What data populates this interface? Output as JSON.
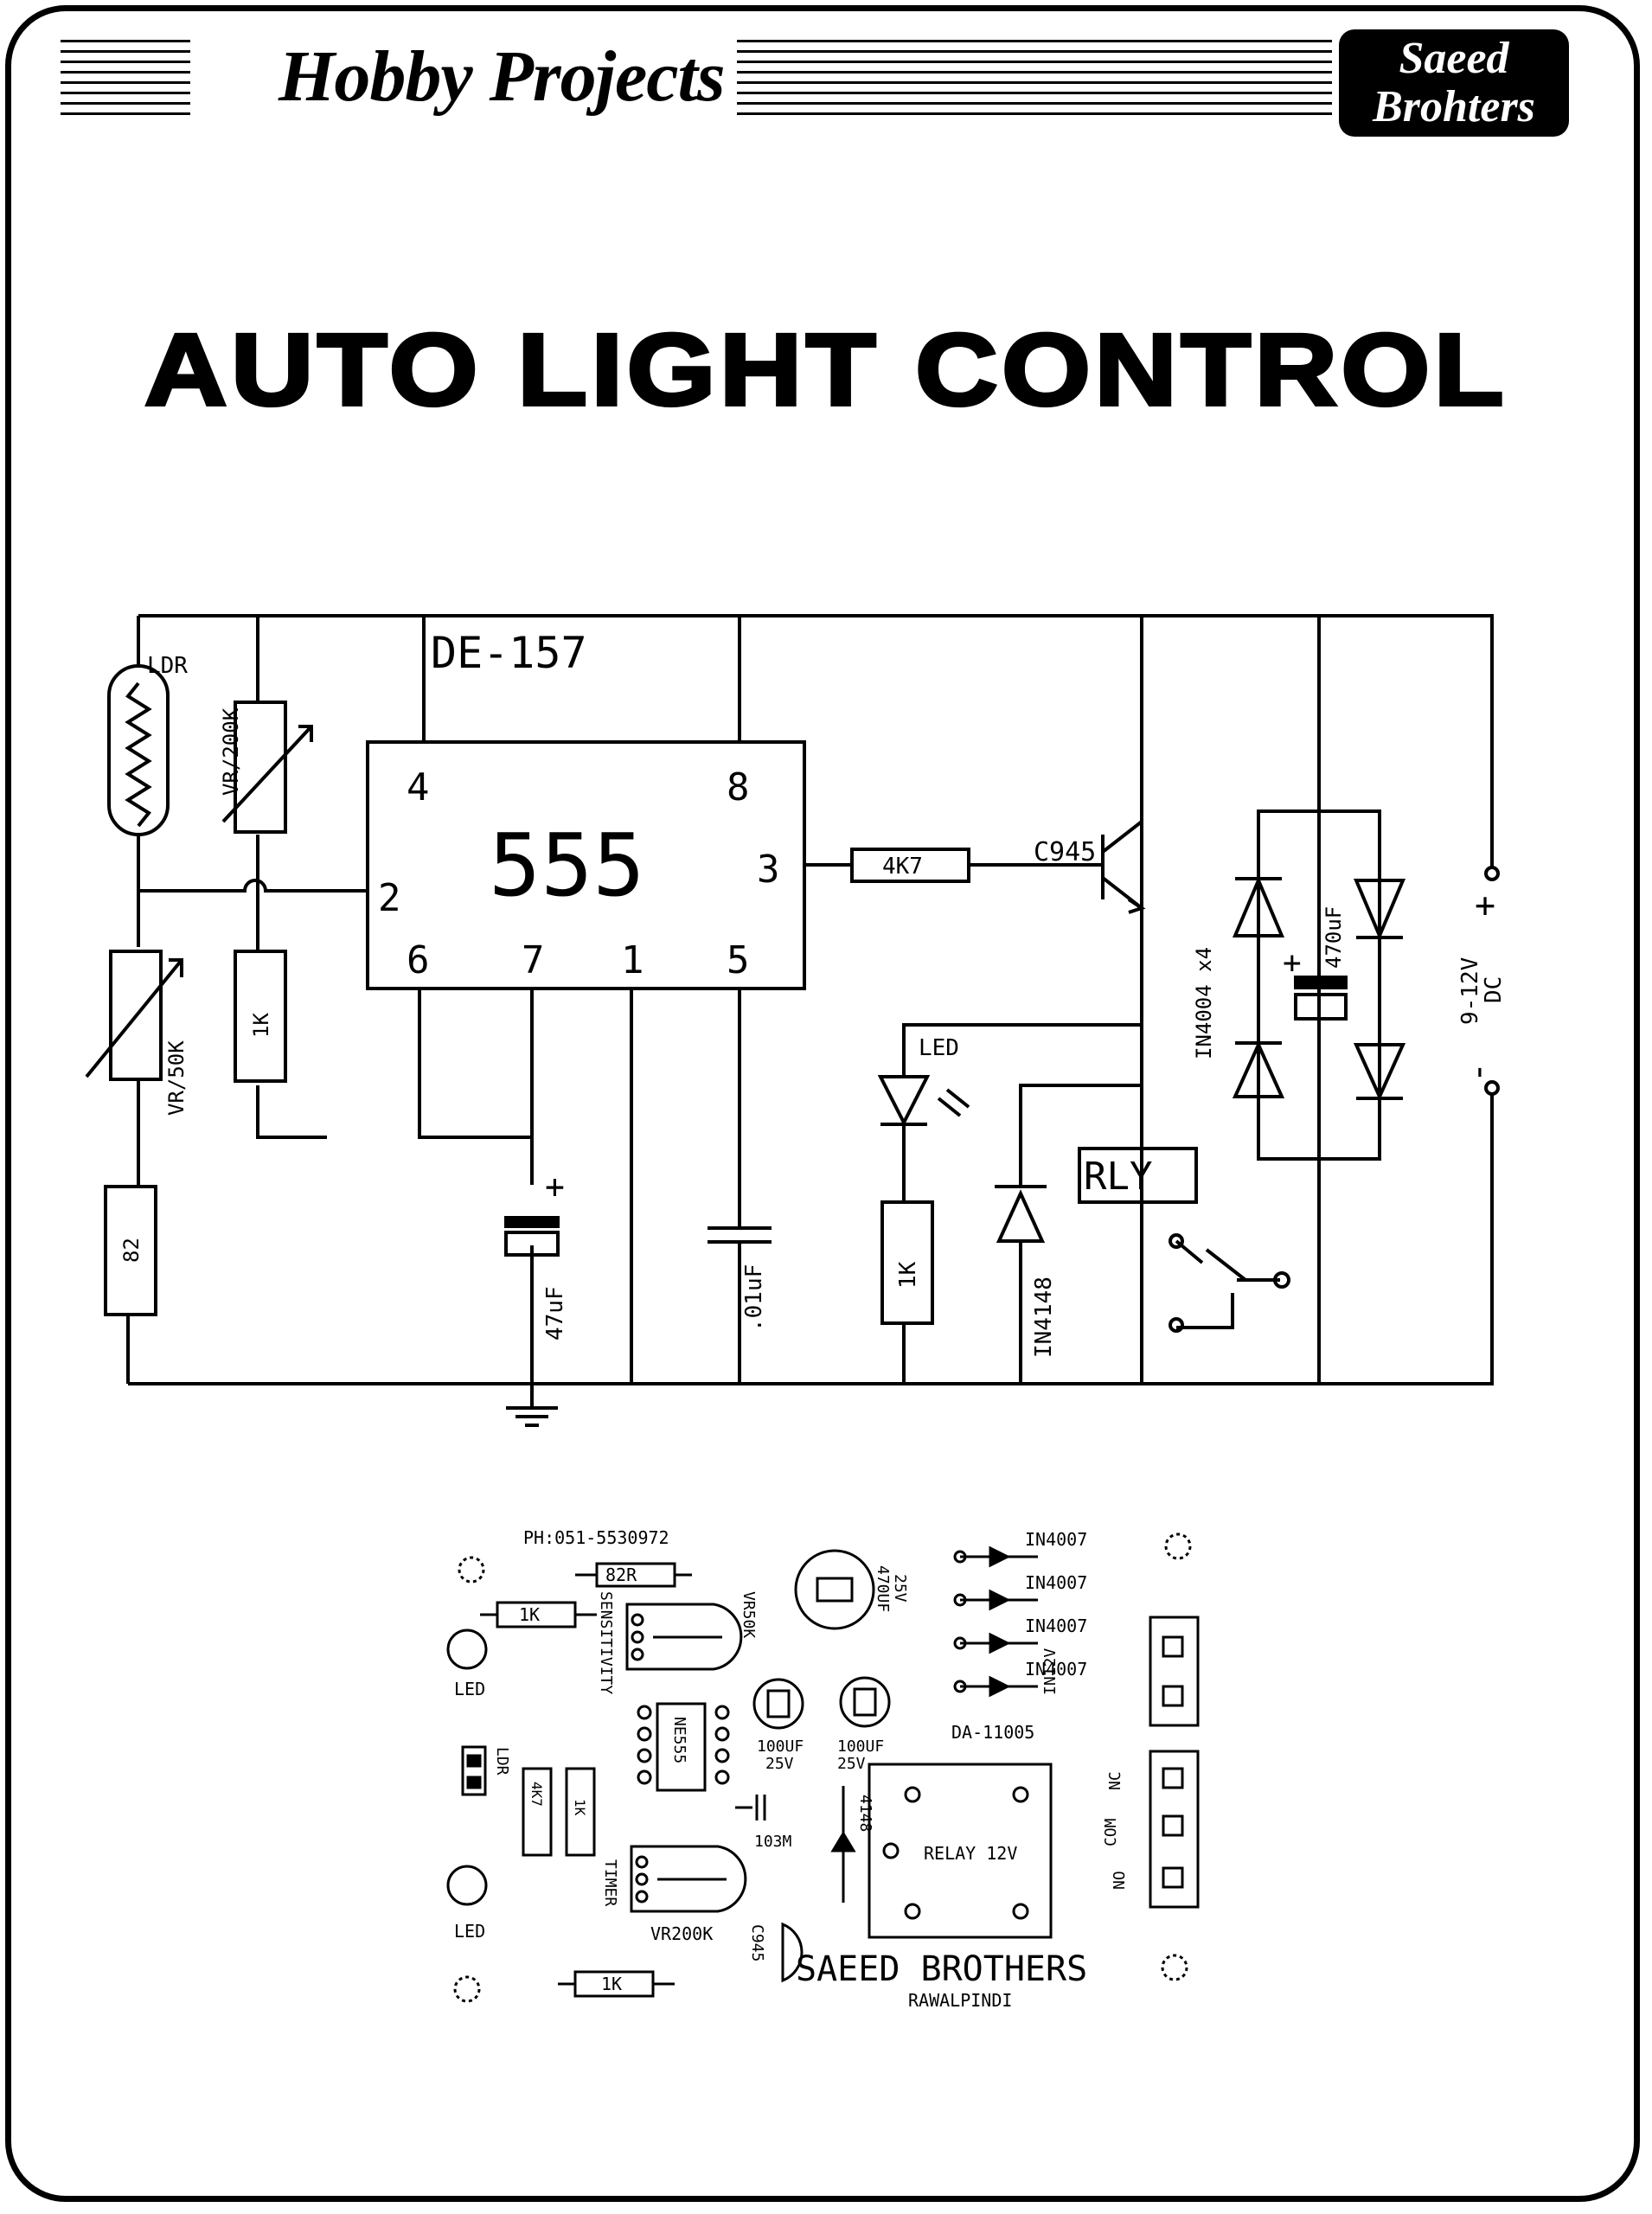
{
  "header": {
    "brand": "Hobby Projects",
    "badge_line1": "Saeed",
    "badge_line2": "Brohters"
  },
  "title": "AUTO LIGHT CONTROL",
  "schematic": {
    "board_code": "DE-157",
    "ic": {
      "label": "555",
      "pins": {
        "p4": "4",
        "p8": "8",
        "p2": "2",
        "p3": "3",
        "p6": "6",
        "p7": "7",
        "p1": "1",
        "p5": "5"
      }
    },
    "ldr": "LDR",
    "vr200": "VR/200K",
    "vr50": "VR/50K",
    "r1k_a": "1K",
    "r82": "82",
    "cap47": "47uF",
    "cap01": ".01uF",
    "r4k7": "4K7",
    "transistor": "C945",
    "led": "LED",
    "r1k_b": "1K",
    "diode": "IN4148",
    "relay": "RLY",
    "bridge_diodes": "IN4004 x4",
    "cap470": "470uF",
    "supply": "9-12V",
    "supply_dc": "DC",
    "plus": "+",
    "minus": "-"
  },
  "pcb": {
    "phone": "PH:051-5530972",
    "r82r": "82R",
    "r1k_top": "1K",
    "sensitivity": "SENSITIVITY",
    "vr50k": "VR50K",
    "cap470_a": "470UF",
    "cap470_b": "25V",
    "d1": "IN4007",
    "d2": "IN4007",
    "d3": "IN4007",
    "d4": "IN4007",
    "in12v": "IN12V",
    "led_top": "LED",
    "ldr": "LDR",
    "ne555": "NE555",
    "cap100_1a": "100UF",
    "cap100_1b": "25V",
    "cap100_2a": "100UF",
    "cap100_2b": "25V",
    "da": "DA-11005",
    "r4k7": "4K7",
    "r1k_mid": "1K",
    "cap103": "103M",
    "d4148": "4148",
    "relay": "RELAY 12V",
    "no": "NO",
    "com": "COM",
    "nc": "NC",
    "timer": "TIMER",
    "vr200k": "VR200K",
    "led_bottom": "LED",
    "c945": "C945",
    "brand": "SAEED BROTHERS",
    "city": "RAWALPINDI",
    "r1k_bottom": "1K"
  }
}
